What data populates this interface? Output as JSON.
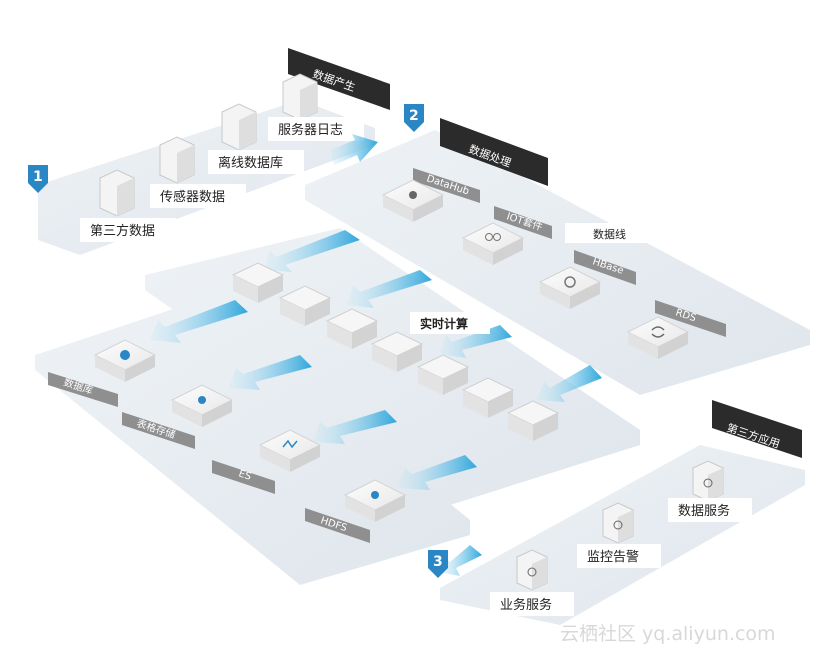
{
  "stages": {
    "production": {
      "number": "1",
      "title": "数据产生",
      "sources": [
        "服务器日志",
        "离线数据库",
        "传感器数据",
        "第三方数据"
      ]
    },
    "processing": {
      "number": "2",
      "title": "数据处理",
      "services": [
        "DataHub",
        "IOT套件",
        "HBase",
        "RDS"
      ],
      "pipeline_label": "数据线"
    },
    "realtime": {
      "label": "实时计算"
    },
    "storage": {
      "items": [
        "数据库",
        "表格存储",
        "ES",
        "HDFS"
      ]
    },
    "application": {
      "number": "3",
      "title": "第三方应用",
      "apps": [
        "数据服务",
        "监控告警",
        "业务服务"
      ]
    }
  },
  "watermark": "云栖社区 yq.aliyun.com",
  "colors": {
    "accent": "#2a86c4",
    "arrow": "#3fb1e3",
    "platform": "#e9eef3",
    "dark_label": "#2b2b2b",
    "gray_label": "#8f8f8f"
  }
}
